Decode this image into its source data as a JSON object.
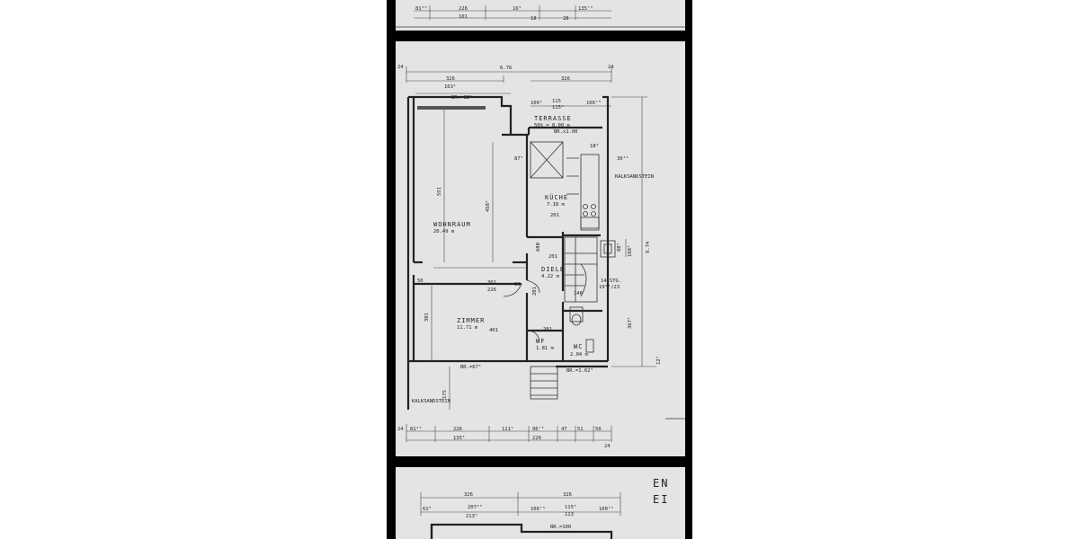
{
  "top_strip": {
    "dims": [
      "81²⁵",
      "226",
      "16⁵",
      "135⁷⁵",
      "101",
      "18",
      "28"
    ]
  },
  "overall": {
    "width": "6.76",
    "height": "9.74",
    "left_top": "326",
    "left_sub": "163⁵",
    "right_top": "326",
    "corner_a": "24",
    "corner_b": "24"
  },
  "rooms": {
    "terrasse": {
      "name": "TERRASSE",
      "spec": "50% = 8.00 m",
      "br": "BR.x1.00"
    },
    "kuche": {
      "name": "KÜCHE",
      "area": "7.18 m",
      "w": "201"
    },
    "wohnraum": {
      "name": "WOHNRAUM",
      "area": "20.49 m"
    },
    "diele": {
      "name": "DIELE",
      "area": "4.22 m"
    },
    "zimmer": {
      "name": "ZIMMER",
      "area": "11.71 m",
      "w": "401"
    },
    "wf": {
      "name": "WF",
      "area": "1.81 m",
      "w": "201"
    },
    "wc": {
      "name": "WC",
      "area": "2.04 m"
    }
  },
  "stair": {
    "label": "14 STG.",
    "ratio": "19⁶⁴/23"
  },
  "materials": {
    "right": "KALKSANDSTEIN",
    "left": "KALKSANDSTEIN"
  },
  "sills": {
    "top": "BR.=62⁵",
    "bottom": "BR.=67⁵",
    "wc": "BR.=1.62⁵"
  },
  "dims": {
    "d551": "551",
    "d458": "458⁵",
    "d301a": "301",
    "d226": "226",
    "d301b": "301",
    "d680": "680",
    "d30": "30",
    "d50": "50",
    "d106a": "106⁵",
    "d115": "115",
    "d115b": "115⁵",
    "d106b": "106⁷⁵",
    "d87": "87⁵",
    "d30b": "30¹⁵",
    "d88": "88⁵",
    "d188": "188⁵",
    "d367": "367⁵",
    "d175": "175",
    "d146": "146",
    "d201a": "201",
    "d201b": "201",
    "d12": "12⁵",
    "d18": "18⁵"
  },
  "bottom_dims": {
    "a": "81²⁵",
    "b": "226",
    "c": "111⁵",
    "d": "96⁷⁵",
    "e": "47",
    "f": "51",
    "g": "50",
    "h": "24",
    "i": "135⁵",
    "j": "226",
    "k": "24"
  },
  "next_sheet": {
    "d1": "326",
    "d2": "326",
    "d3": "207⁶⁵",
    "d4": "213⁵",
    "d5": "61⁵",
    "d6": "106⁷⁵",
    "d7": "115⁵",
    "d8": "113",
    "d9": "100⁷⁵",
    "br": "BR.=100",
    "side_a": "EN",
    "side_b": "EI"
  }
}
